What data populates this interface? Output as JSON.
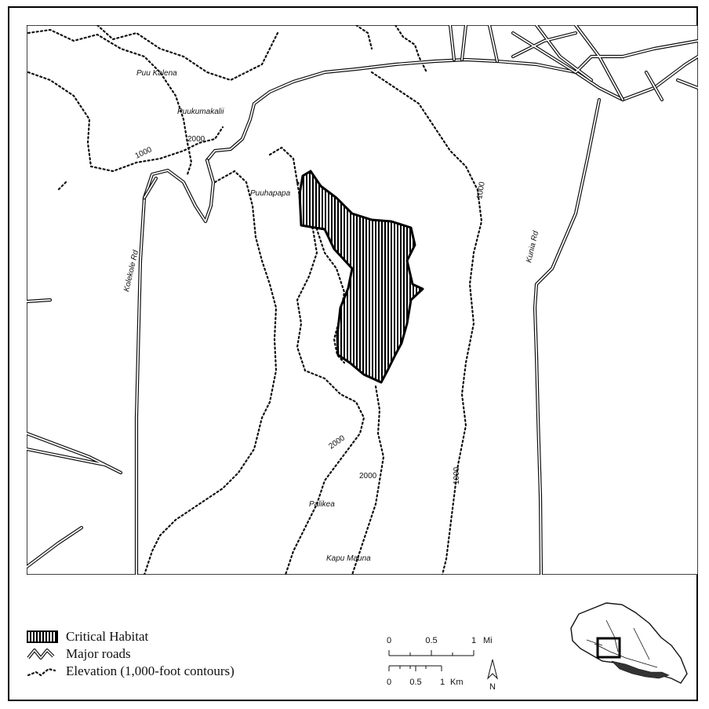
{
  "map": {
    "place_labels": [
      "Puu Kalena",
      "Puukumakalii",
      "Puuhapapa",
      "Palikea",
      "Kapu Mauna"
    ],
    "road_labels": [
      "Kolekole Rd",
      "Kunia Rd"
    ],
    "contour_labels": [
      "1000",
      "2000",
      "1000",
      "2000",
      "2000",
      "1000"
    ]
  },
  "legend": {
    "items": [
      {
        "label": "Critical Habitat",
        "symbol": "hatched-polygon"
      },
      {
        "label": "Major roads",
        "symbol": "road-line"
      },
      {
        "label": "Elevation (1,000-foot contours)",
        "symbol": "dotted-line"
      }
    ]
  },
  "scale": {
    "mi_ticks": [
      "0",
      "0.5",
      "1"
    ],
    "mi_unit": "Mi",
    "km_ticks": [
      "0",
      "0.5",
      "1"
    ],
    "km_unit": "Km",
    "north": "N"
  },
  "colors": {
    "ink": "#111111",
    "paper": "#ffffff"
  }
}
